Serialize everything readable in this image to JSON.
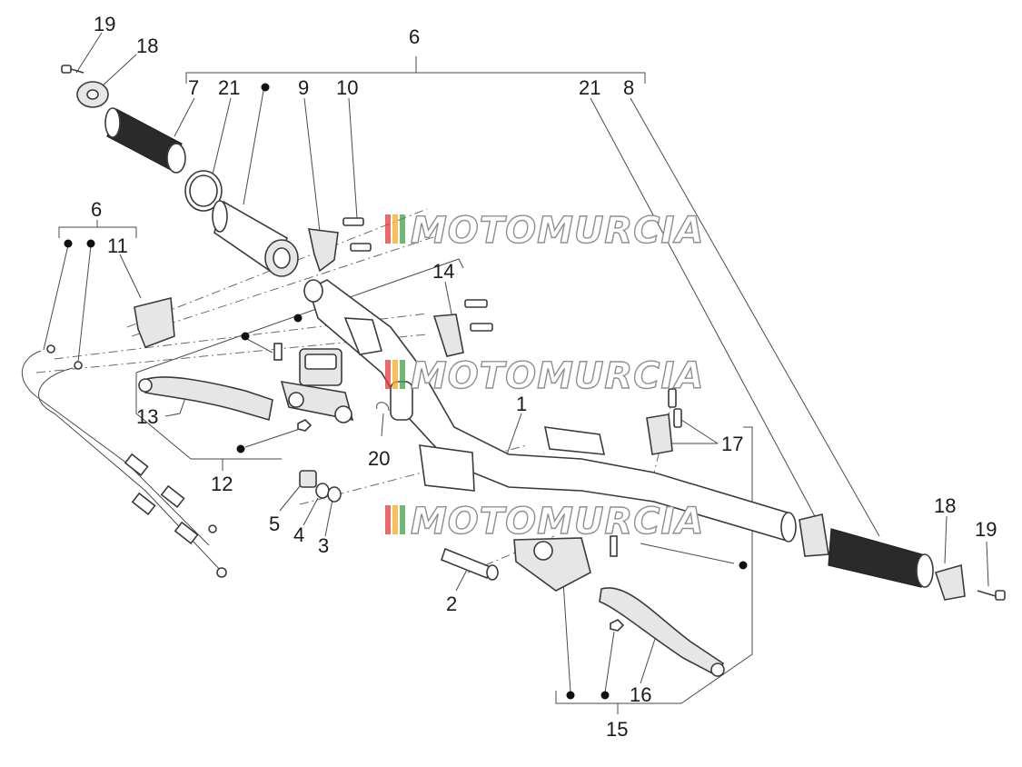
{
  "diagram": {
    "watermark": "MOTOMURCIA",
    "watermark_colors": [
      "#e53935",
      "#f9a825",
      "#43a047"
    ],
    "callouts": {
      "c19a": "19",
      "c18a": "18",
      "c6top": "6",
      "c7": "7",
      "c21a": "21",
      "c9": "9",
      "c10": "10",
      "c21b": "21",
      "c8": "8",
      "c6left": "6",
      "c11": "11",
      "c14": "14",
      "c13": "13",
      "c12": "12",
      "c20": "20",
      "c1": "1",
      "c17": "17",
      "c18b": "18",
      "c19b": "19",
      "c5": "5",
      "c4": "4",
      "c3": "3",
      "c2": "2",
      "c16": "16",
      "c15": "15"
    }
  }
}
